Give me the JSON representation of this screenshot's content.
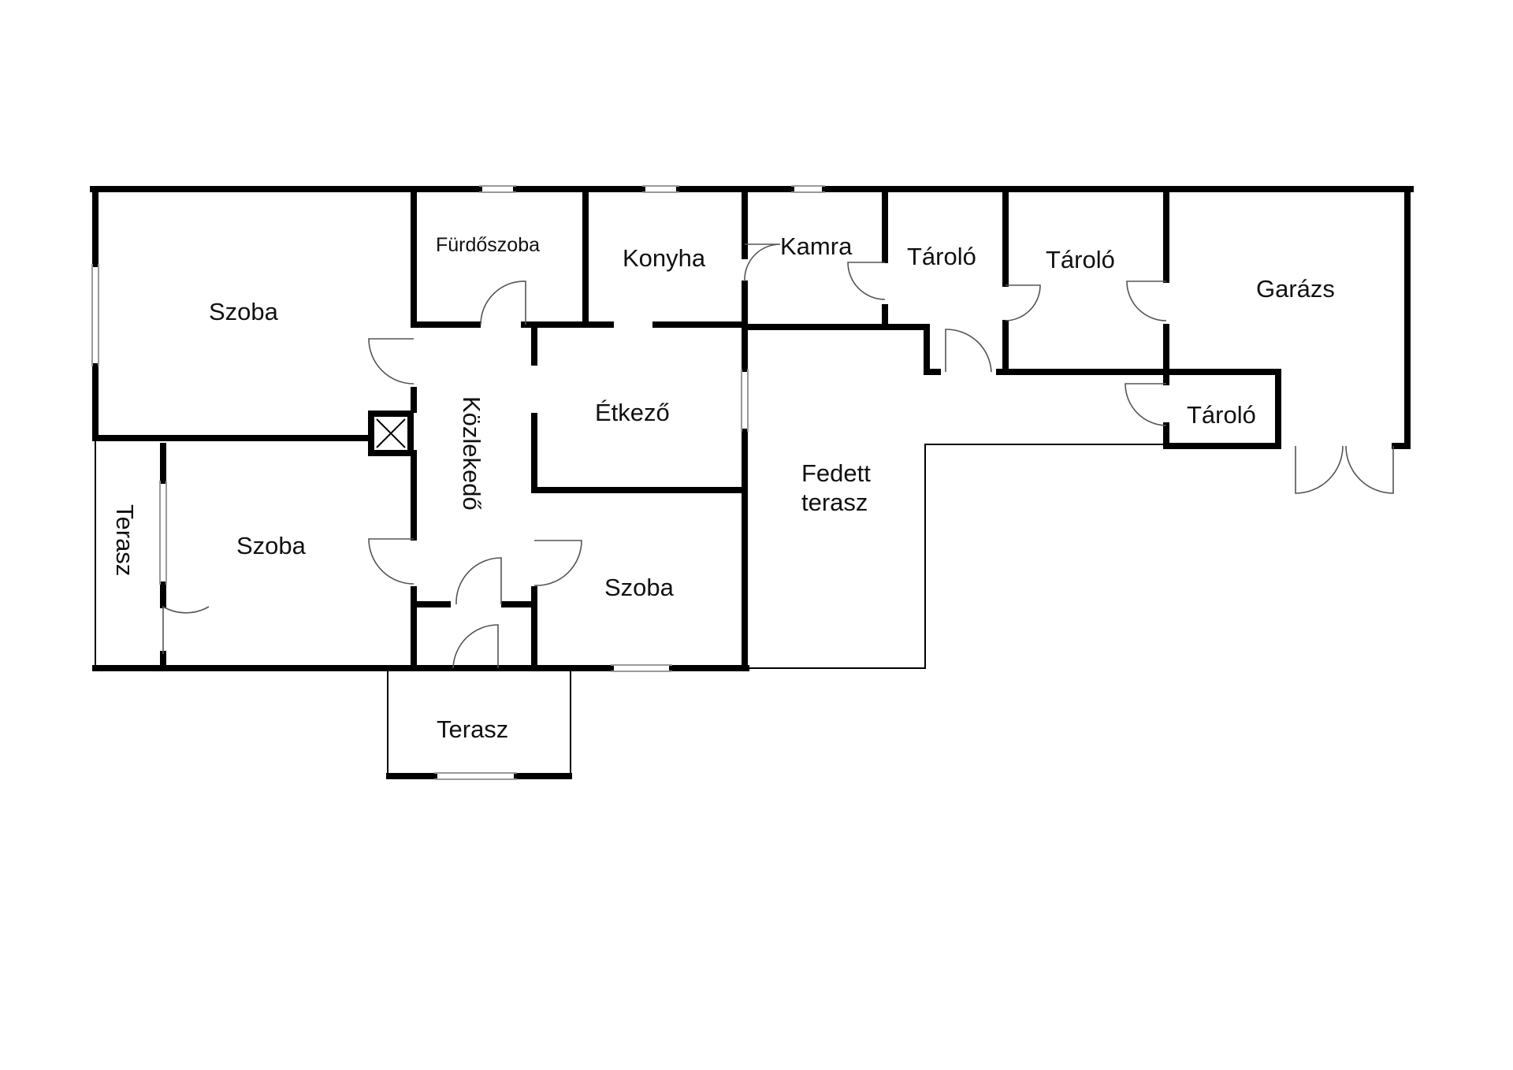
{
  "rooms": {
    "szoba_1": "Szoba",
    "furdoszoba": "Fürdőszoba",
    "konyha": "Konyha",
    "kamra": "Kamra",
    "tarolo_1": "Tároló",
    "tarolo_2": "Tároló",
    "garazs": "Garázs",
    "tarolo_3": "Tároló",
    "etkezo": "Étkező",
    "kozlekedo": "Közlekedő",
    "fedett_terasz_1": "Fedett",
    "fedett_terasz_2": "terasz",
    "terasz_left": "Terasz",
    "szoba_2": "Szoba",
    "szoba_3": "Szoba",
    "terasz_bottom": "Terasz"
  },
  "colors": {
    "wall": "#000000",
    "window": "#9a9a9a",
    "door": "#555555",
    "background": "#ffffff"
  }
}
